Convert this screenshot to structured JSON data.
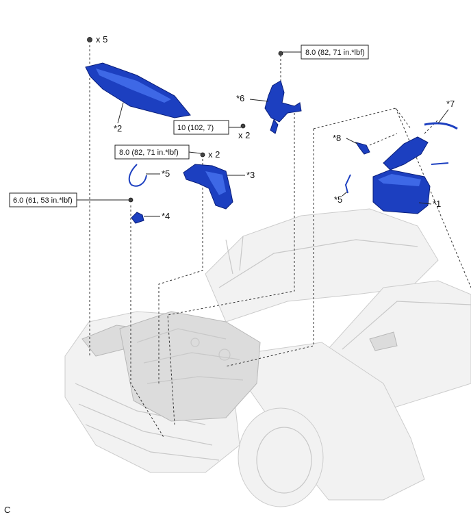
{
  "labels": {
    "p1": "*1",
    "p2": "*2",
    "p3": "*3",
    "p4": "*4",
    "p5a": "*5",
    "p5b": "*5",
    "p6": "*6",
    "p7": "*7",
    "p8": "*8"
  },
  "quantities": {
    "clip_x5": "x 5",
    "bolt_x2_a": "x 2",
    "bolt_x2_b": "x 2"
  },
  "torques": {
    "t1": "8.0 (82, 71 in.*lbf)",
    "t2": "10 (102, 7)",
    "t3": "8.0 (82, 71 in.*lbf)",
    "t4": "6.0 (61, 53 in.*lbf)"
  },
  "corner_code": "C",
  "colors": {
    "part_blue": "#1c3fc0",
    "car_gray": "#cccccc"
  }
}
